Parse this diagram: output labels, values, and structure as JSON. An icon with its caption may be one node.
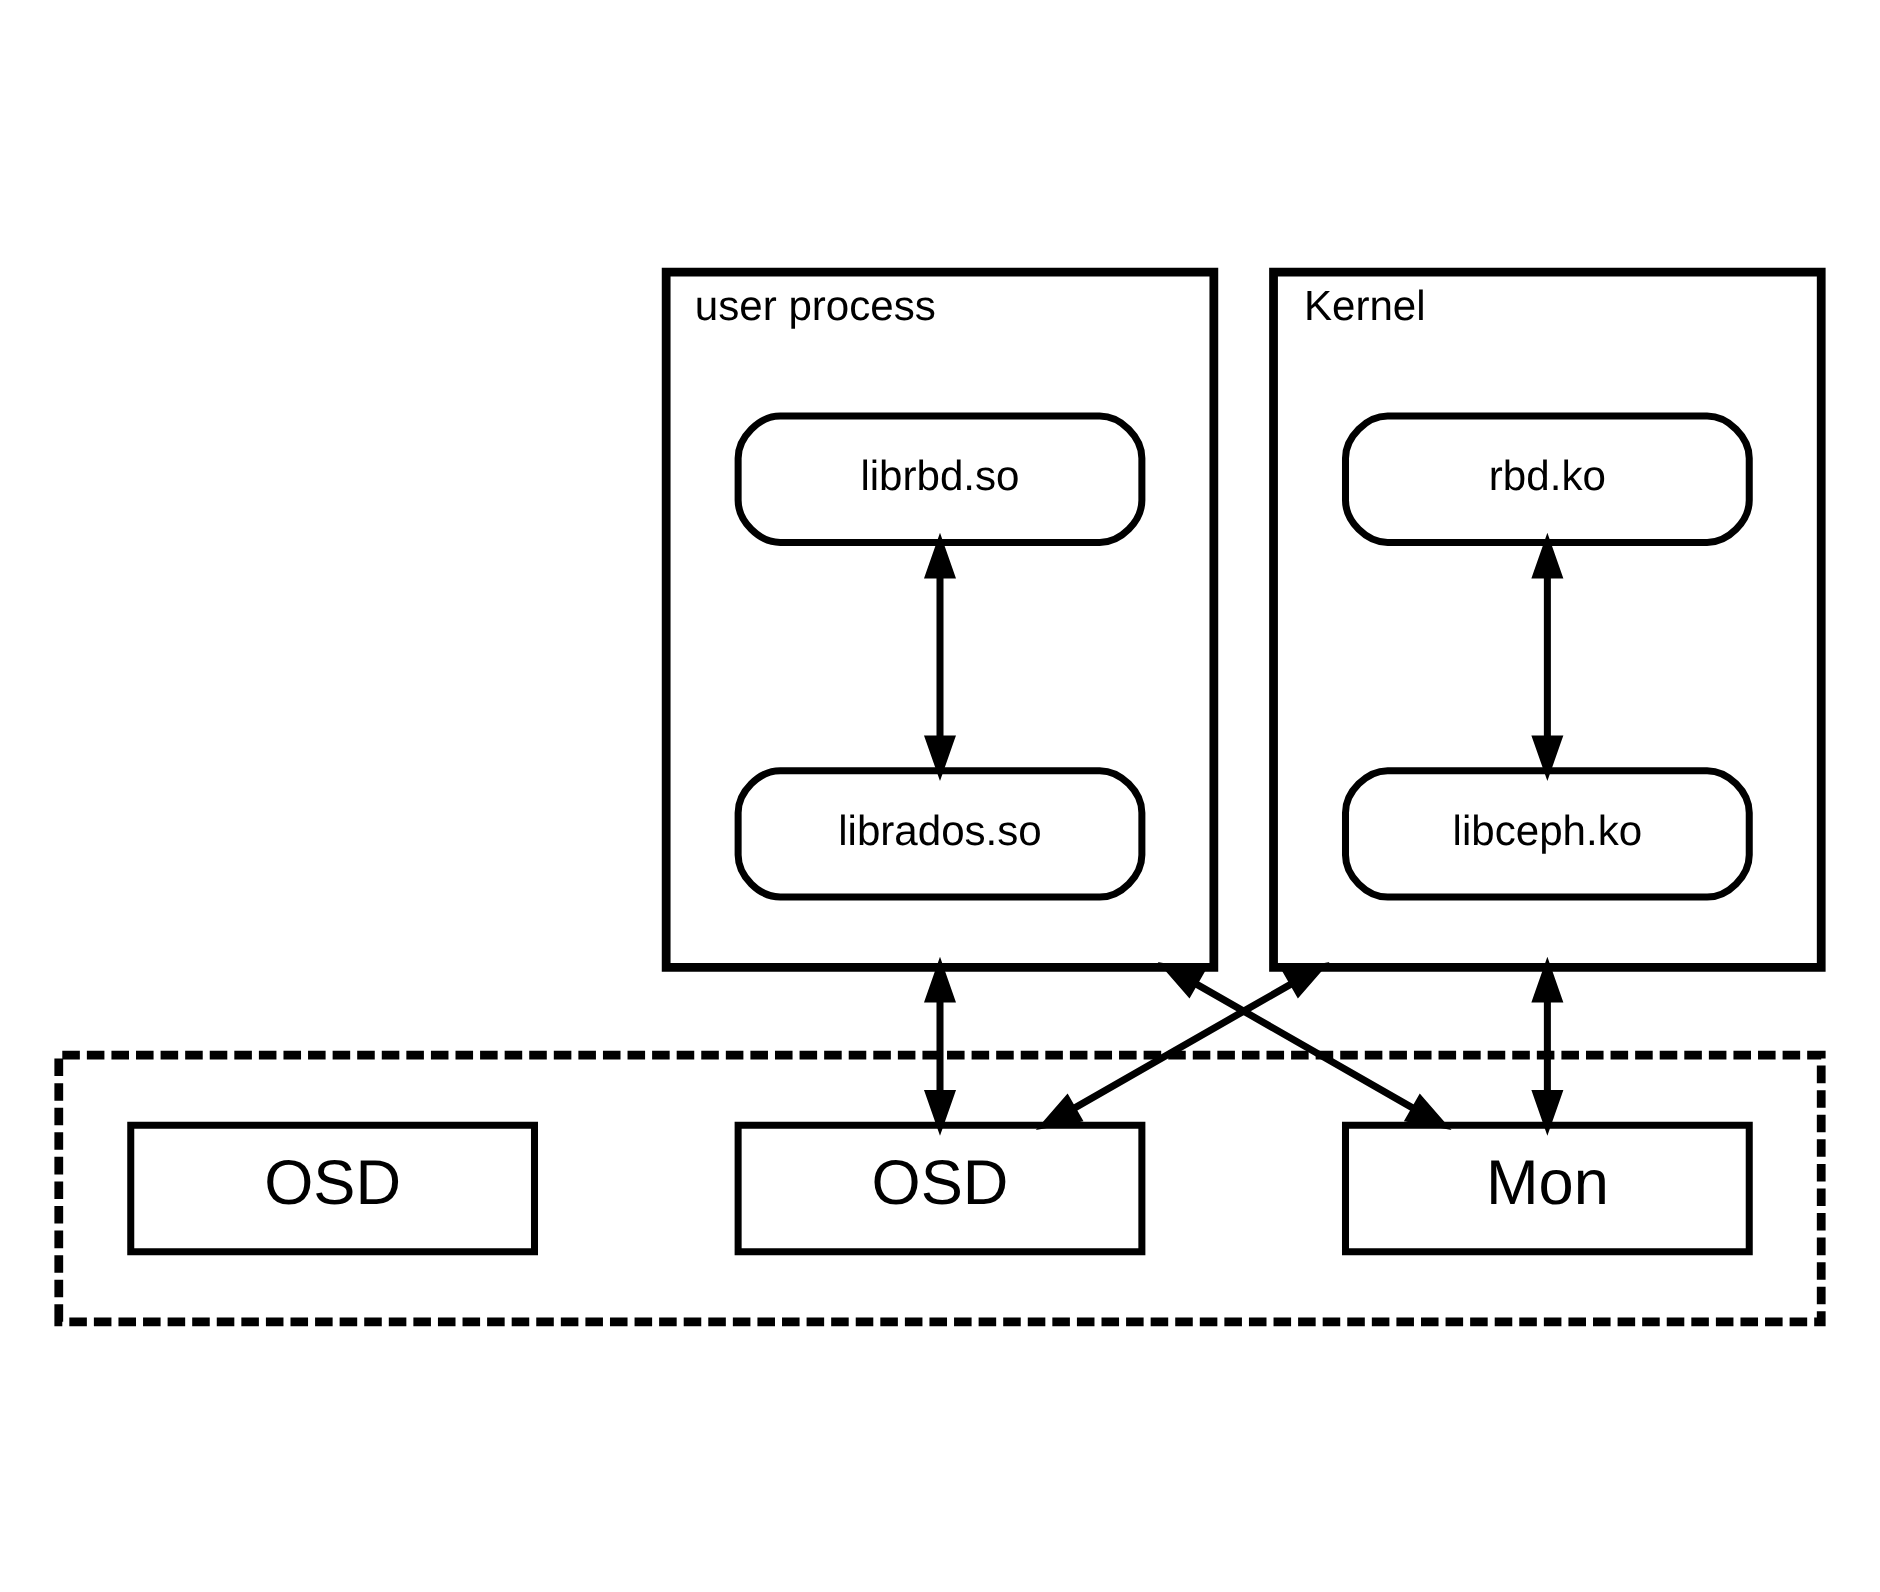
{
  "diagram": {
    "nodes": [
      {
        "text": [
          "user process"
        ]
      },
      {
        "text": [
          "librbd.so"
        ],
        "in": 0
      },
      {
        "text": [
          "librados.so"
        ],
        "in": 0
      },
      {
        "text": [
          "Kernel"
        ]
      },
      {
        "text": [
          "rbd.ko"
        ],
        "in": 3
      },
      {
        "text": [
          "libceph.ko"
        ],
        "in": 3
      },
      {
        "text": [],
        "shape": "box"
      },
      {
        "text": [
          "Mon"
        ],
        "in": 6
      },
      {
        "text": [
          "OSD"
        ],
        "in": 6
      },
      {
        "text": [
          "OSD"
        ],
        "in": 6
      }
    ],
    "edges": [
      {
        "from": 1,
        "to": 2,
        "arrow": "both"
      },
      {
        "from": 4,
        "to": 5,
        "arrow": "both"
      },
      {
        "from": 0,
        "to": 7,
        "arrow": "both"
      },
      {
        "from": 0,
        "to": 8,
        "arrow": "both"
      },
      {
        "from": 3,
        "to": 7,
        "arrow": "both"
      },
      {
        "from": 3,
        "to": 8,
        "arrow": "both"
      }
    ]
  }
}
